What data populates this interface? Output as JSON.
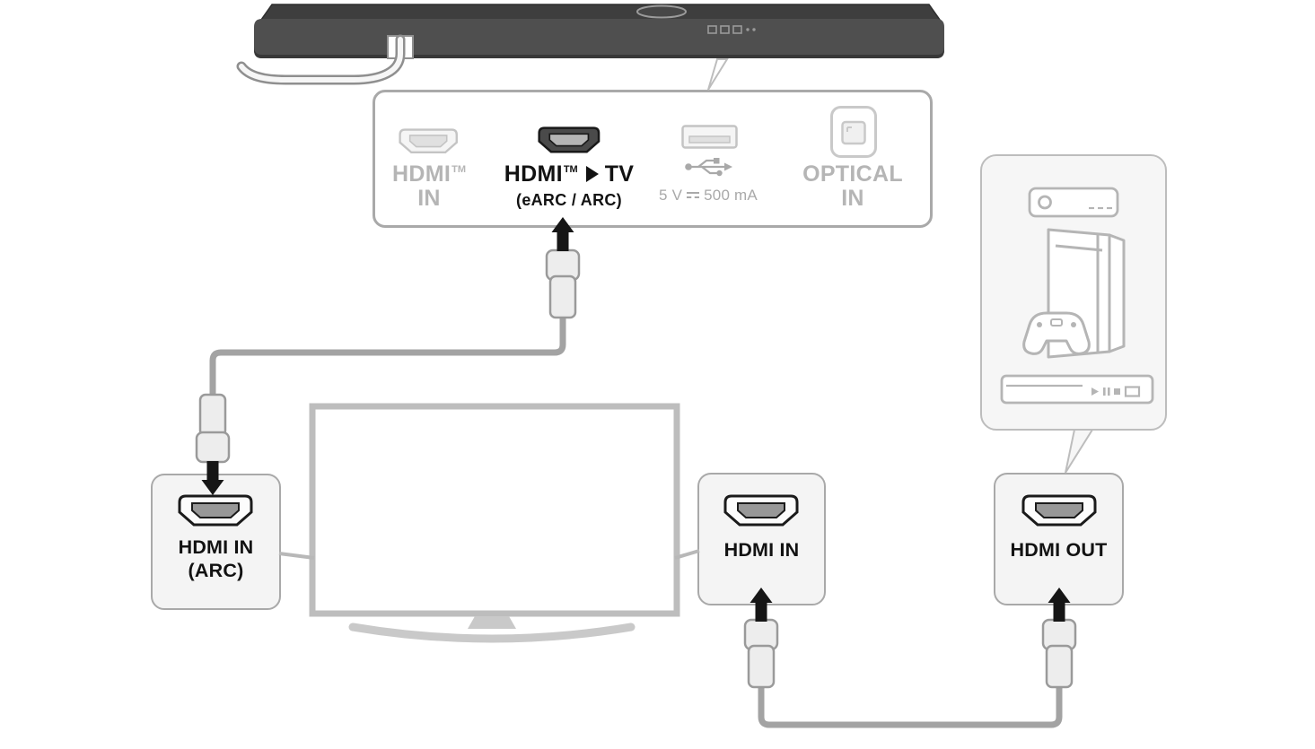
{
  "ports_panel": {
    "hdmi_in": {
      "brand": "HDMI",
      "tm": "TM",
      "line2": "IN",
      "state": "inactive"
    },
    "hdmi_arc": {
      "brand": "HDMI",
      "tm": "TM",
      "target": "TV",
      "sub_label": "(eARC / ARC)",
      "state": "active"
    },
    "usb": {
      "volts": "5 V",
      "current": "500 mA",
      "state": "inactive"
    },
    "optical": {
      "line1": "OPTICAL",
      "line2": "IN",
      "state": "inactive"
    }
  },
  "connections": {
    "tv_arc_box": {
      "line1": "HDMI IN",
      "line2": "(ARC)"
    },
    "tv_input_box": {
      "label": "HDMI IN"
    },
    "device_output_box": {
      "label": "HDMI OUT"
    }
  },
  "icons": {
    "soundbar": "soundbar-illustration",
    "tv": "tv-illustration",
    "set_top_box": "set-top-box-icon",
    "game_console": "game-console-icon",
    "gamepad": "gamepad-icon",
    "bluray_player": "bluray-player-icon",
    "hdmi_port": "hdmi-port-icon",
    "usb_port": "usb-port-icon",
    "usb_symbol": "usb-symbol-icon",
    "optical_port": "optical-port-icon",
    "hdmi_plug": "hdmi-plug-icon",
    "plug_direction_arrow": "plug-direction-arrow-icon",
    "dc_power_symbol": "dc-symbol-icon",
    "arrow_right_triangle": "arrow-right-icon"
  },
  "colors": {
    "inactive_label": "#b5b5b5",
    "active_label": "#121212",
    "panel_border": "#a9a9a9",
    "box_fill": "#f4f4f4",
    "cable": "#a3a3a3",
    "arrow": "#161616",
    "soundbar_body": "#4f4f4f"
  }
}
